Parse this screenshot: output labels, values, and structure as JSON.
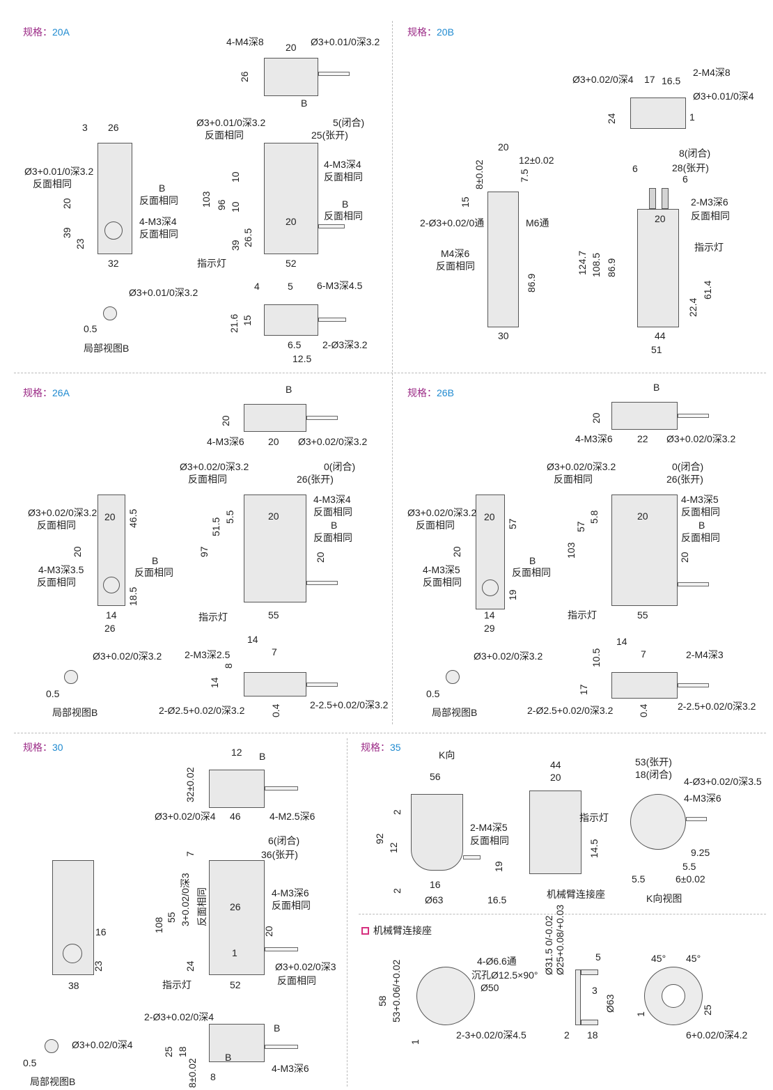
{
  "sections": {
    "s20a": {
      "prefix": "规格：",
      "spec": "20A",
      "labels": [
        "4-M4深8",
        "20",
        "Ø3+0.01/0深3.2",
        "26",
        "B",
        "3",
        "26",
        "Ø3+0.01/0深3.2",
        "反面相同",
        "20",
        "39",
        "23",
        "B",
        "反面相同",
        "4-M3深4",
        "反面相同",
        "32",
        "Ø3+0.01/0深3.2",
        "反面相同",
        "5(闭合)",
        "25(张开)",
        "4-M3深4",
        "反面相同",
        "B",
        "反面相同",
        "103",
        "96",
        "10",
        "10",
        "39",
        "26.5",
        "20",
        "指示灯",
        "52",
        "Ø3+0.01/0深3.2",
        "0.5",
        "局部视图B",
        "4",
        "5",
        "6-M3深4.5",
        "21.6",
        "15",
        "6.5",
        "2-Ø3深3.2",
        "12.5"
      ]
    },
    "s20b": {
      "prefix": "规格：",
      "spec": "20B",
      "labels": [
        "Ø3+0.02/0深4",
        "17",
        "16.5",
        "2-M4深8",
        "Ø3+0.01/0深4",
        "24",
        "1",
        "20",
        "12±0.02",
        "8±0.02",
        "7.5",
        "15",
        "2-Ø3+0.02/0通",
        "M6通",
        "M4深6",
        "反面相同",
        "86.9",
        "30",
        "8(闭合)",
        "28(张开)",
        "6",
        "6",
        "2-M3深6",
        "20",
        "反面相同",
        "指示灯",
        "124.7",
        "108.5",
        "86.9",
        "61.4",
        "22.4",
        "44",
        "51"
      ]
    },
    "s26a": {
      "prefix": "规格：",
      "spec": "26A",
      "labels": [
        "B",
        "20",
        "4-M3深6",
        "20",
        "Ø3+0.02/0深3.2",
        "Ø3+0.02/0深3.2",
        "反面相同",
        "20",
        "46.5",
        "20",
        "B",
        "反面相同",
        "4-M3深3.5",
        "反面相同",
        "18.5",
        "14",
        "26",
        "Ø3+0.02/0深3.2",
        "反面相同",
        "0(闭合)",
        "26(张开)",
        "4-M3深4",
        "反面相同",
        "B",
        "反面相同",
        "51.5",
        "5.5",
        "20",
        "97",
        "20",
        "指示灯",
        "55",
        "14",
        "7",
        "2-M3深2.5",
        "14",
        "8",
        "0.4",
        "2-Ø2.5+0.02/0深3.2",
        "2-2.5+0.02/0深3.2",
        "Ø3+0.02/0深3.2",
        "0.5",
        "局部视图B"
      ]
    },
    "s26b": {
      "prefix": "规格：",
      "spec": "26B",
      "labels": [
        "B",
        "20",
        "4-M3深6",
        "22",
        "Ø3+0.02/0深3.2",
        "Ø3+0.02/0深3.2",
        "反面相同",
        "20",
        "57",
        "20",
        "4-M3深5",
        "反面相同",
        "B",
        "反面相同",
        "19",
        "14",
        "29",
        "Ø3+0.02/0深3.2",
        "反面相同",
        "0(闭合)",
        "26(张开)",
        "4-M3深5",
        "反面相同",
        "B",
        "反面相同",
        "57",
        "5.8",
        "20",
        "103",
        "20",
        "指示灯",
        "55",
        "14",
        "7",
        "2-M4深3",
        "10.5",
        "17",
        "0.4",
        "2-Ø2.5+0.02/0深3.2",
        "2-2.5+0.02/0深3.2",
        "Ø3+0.02/0深3.2",
        "0.5",
        "局部视图B"
      ]
    },
    "s30": {
      "prefix": "规格：",
      "spec": "30",
      "labels": [
        "12",
        "B",
        "32±0.02",
        "Ø3+0.02/0深4",
        "46",
        "4-M2.5深6",
        "16",
        "23",
        "38",
        "6(闭合)",
        "36(张开)",
        "7",
        "55",
        "3+0.02/0深3",
        "反面相同",
        "4-M3深6",
        "26",
        "反面相同",
        "20",
        "1",
        "108",
        "24",
        "Ø3+0.02/0深3",
        "反面相同",
        "指示灯",
        "52",
        "2-Ø3+0.02/0深4",
        "B",
        "25",
        "18",
        "B",
        "4-M3深6",
        "8±0.02",
        "8",
        "Ø3+0.02/0深4",
        "0.5",
        "局部视图B"
      ]
    },
    "s35": {
      "prefix": "规格：",
      "spec": "35",
      "labels": [
        "K向",
        "56",
        "92",
        "2",
        "12",
        "2",
        "2-M4深5",
        "反面相同",
        "19",
        "16",
        "Ø63",
        "16.5",
        "44",
        "20",
        "指示灯",
        "14.5",
        "机械臂连接座",
        "53(张开)",
        "18(闭合)",
        "4-Ø3+0.02/0深3.5",
        "4-M3深6",
        "9.25",
        "5.5",
        "5.5",
        "6±0.02",
        "K向视图"
      ]
    },
    "bracket": {
      "heading": "机械臂连接座",
      "labels": [
        "4-Ø6.6通",
        "沉孔Ø12.5×90°",
        "Ø50",
        "58",
        "53+0.06/+0.02",
        "1",
        "2-3+0.02/0深4.5",
        "Ø31.5 0/-0.02",
        "Ø25+0.08/+0.03",
        "5",
        "3",
        "Ø63",
        "2",
        "18",
        "45°",
        "45°",
        "25",
        "1",
        "6+0.02/0深4.2"
      ]
    }
  },
  "colors": {
    "prefix": "#9b2a86",
    "spec": "#1f8ad0",
    "heading_icon": "#d6317f"
  }
}
